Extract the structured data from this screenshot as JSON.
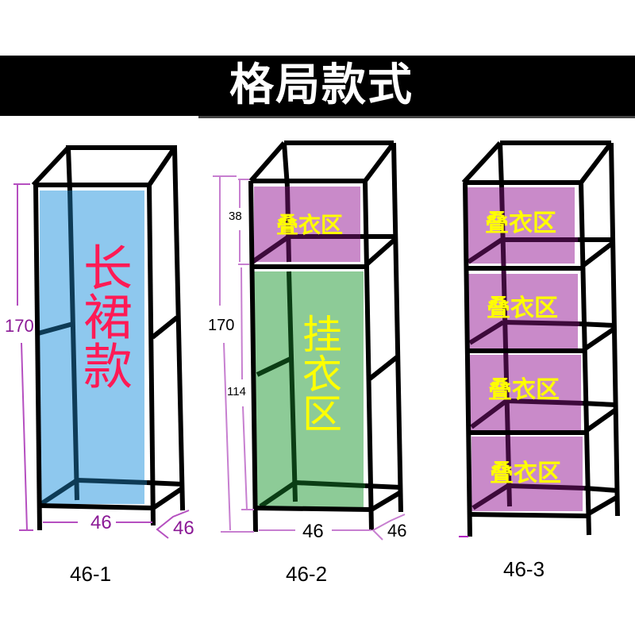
{
  "header": {
    "title": "格局款式"
  },
  "colors": {
    "banner_bg": "#000000",
    "frame": "#000000",
    "dimension_line": "#b54fc0",
    "dimension_text": "#8b1a96",
    "long_dress_fill": "#8ec8ee",
    "long_dress_text": "#ff1a55",
    "fold_zone_fill": "#c98ac9",
    "hang_zone_fill": "#8dcb97",
    "zone_text": "#ffff00"
  },
  "models": [
    {
      "id": "46-1",
      "caption": "46-1",
      "zones": [
        {
          "label": "长裙款",
          "type": "long-dress"
        }
      ],
      "dimensions": {
        "height": "170",
        "width": "46",
        "depth": "46"
      }
    },
    {
      "id": "46-2",
      "caption": "46-2",
      "zones": [
        {
          "label": "叠衣区",
          "type": "fold"
        },
        {
          "label": "挂衣区",
          "type": "hang"
        }
      ],
      "dimensions": {
        "height": "170",
        "top_section": "38",
        "bottom_section": "114",
        "width": "46",
        "depth": "46"
      }
    },
    {
      "id": "46-3",
      "caption": "46-3",
      "zones": [
        {
          "label": "叠衣区",
          "type": "fold"
        },
        {
          "label": "叠衣区",
          "type": "fold"
        },
        {
          "label": "叠衣区",
          "type": "fold"
        },
        {
          "label": "叠衣区",
          "type": "fold"
        }
      ]
    }
  ]
}
